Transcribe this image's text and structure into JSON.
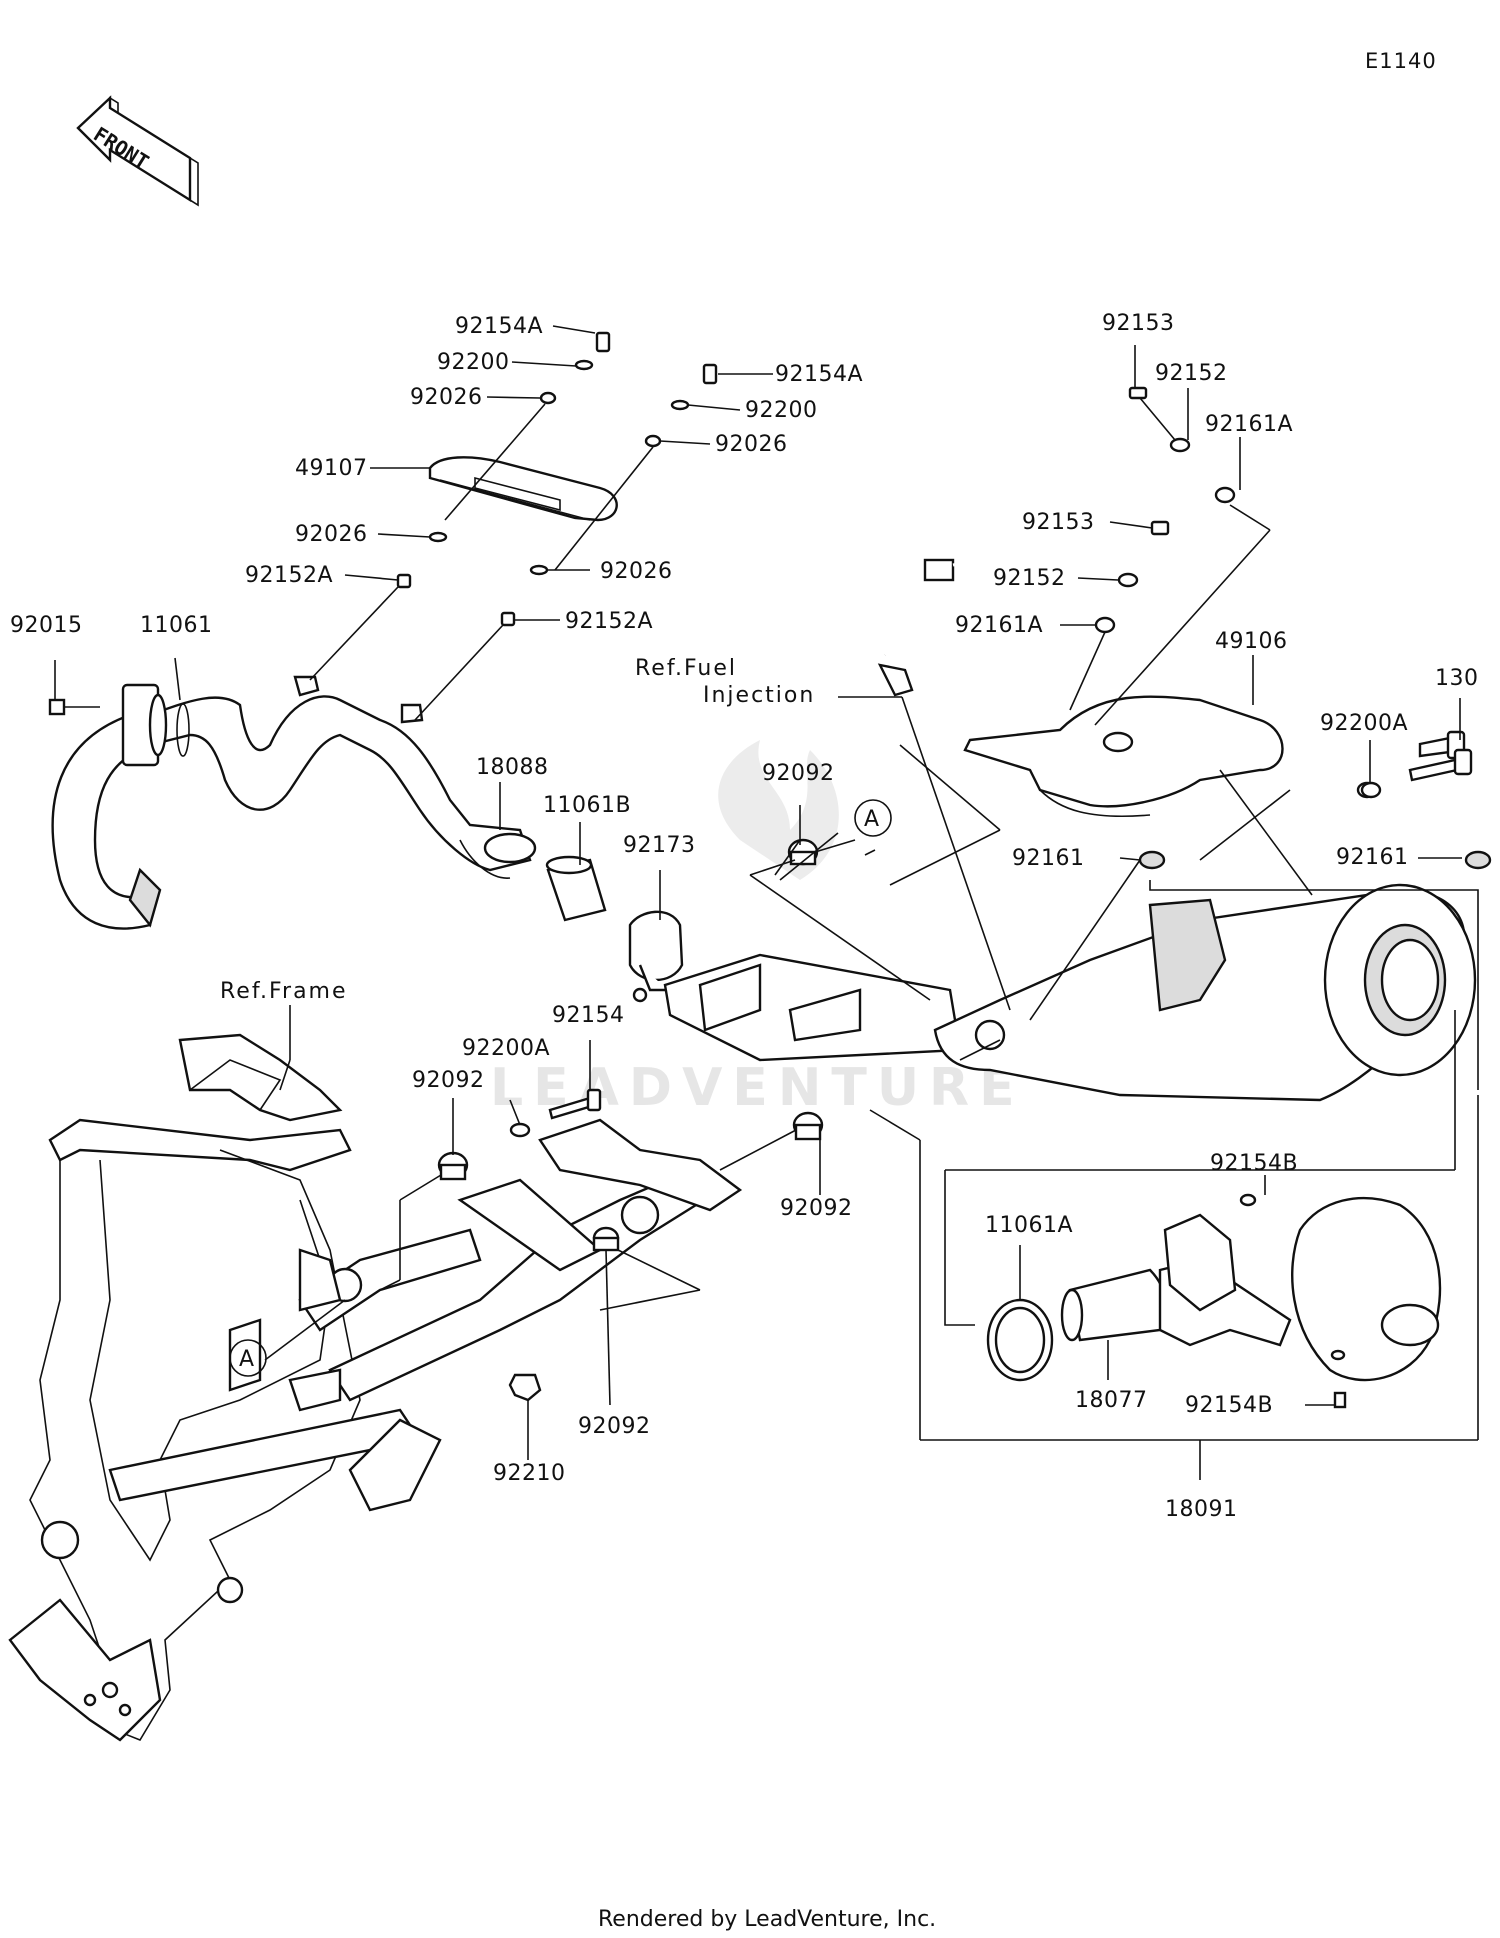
{
  "diagram_code": "E1140",
  "front_arrow_label": "FRONT",
  "footer": "Rendered by LeadVenture, Inc.",
  "watermark": "LEADVENTURE",
  "references": {
    "fuel_injection": [
      "Ref.Fuel",
      "Injection"
    ],
    "frame": "Ref.Frame"
  },
  "callout_letter": "A",
  "labels": {
    "p92154A_a": "92154A",
    "p92200_a": "92200",
    "p92026_a": "92026",
    "p49107": "49107",
    "p92026_b": "92026",
    "p92152A_a": "92152A",
    "p92154A_b": "92154A",
    "p92200_b": "92200",
    "p92026_c": "92026",
    "p92026_d": "92026",
    "p92152A_b": "92152A",
    "p92015": "92015",
    "p11061": "11061",
    "p18088": "18088",
    "p11061B": "11061B",
    "p92173": "92173",
    "p92092_a": "92092",
    "p92153_a": "92153",
    "p92152_a": "92152",
    "p92161A_a": "92161A",
    "p92153_b": "92153",
    "p92152_b": "92152",
    "p92161A_b": "92161A",
    "p49106": "49106",
    "p130": "130",
    "p92200A_a": "92200A",
    "p92161_a": "92161",
    "p92161_b": "92161",
    "p92154": "92154",
    "p92200A_b": "92200A",
    "p92092_b": "92092",
    "p92092_c": "92092",
    "p92092_d": "92092",
    "p92210": "92210",
    "p11061A": "11061A",
    "p92154B_a": "92154B",
    "p18077": "18077",
    "p92154B_b": "92154B",
    "p18091": "18091"
  }
}
